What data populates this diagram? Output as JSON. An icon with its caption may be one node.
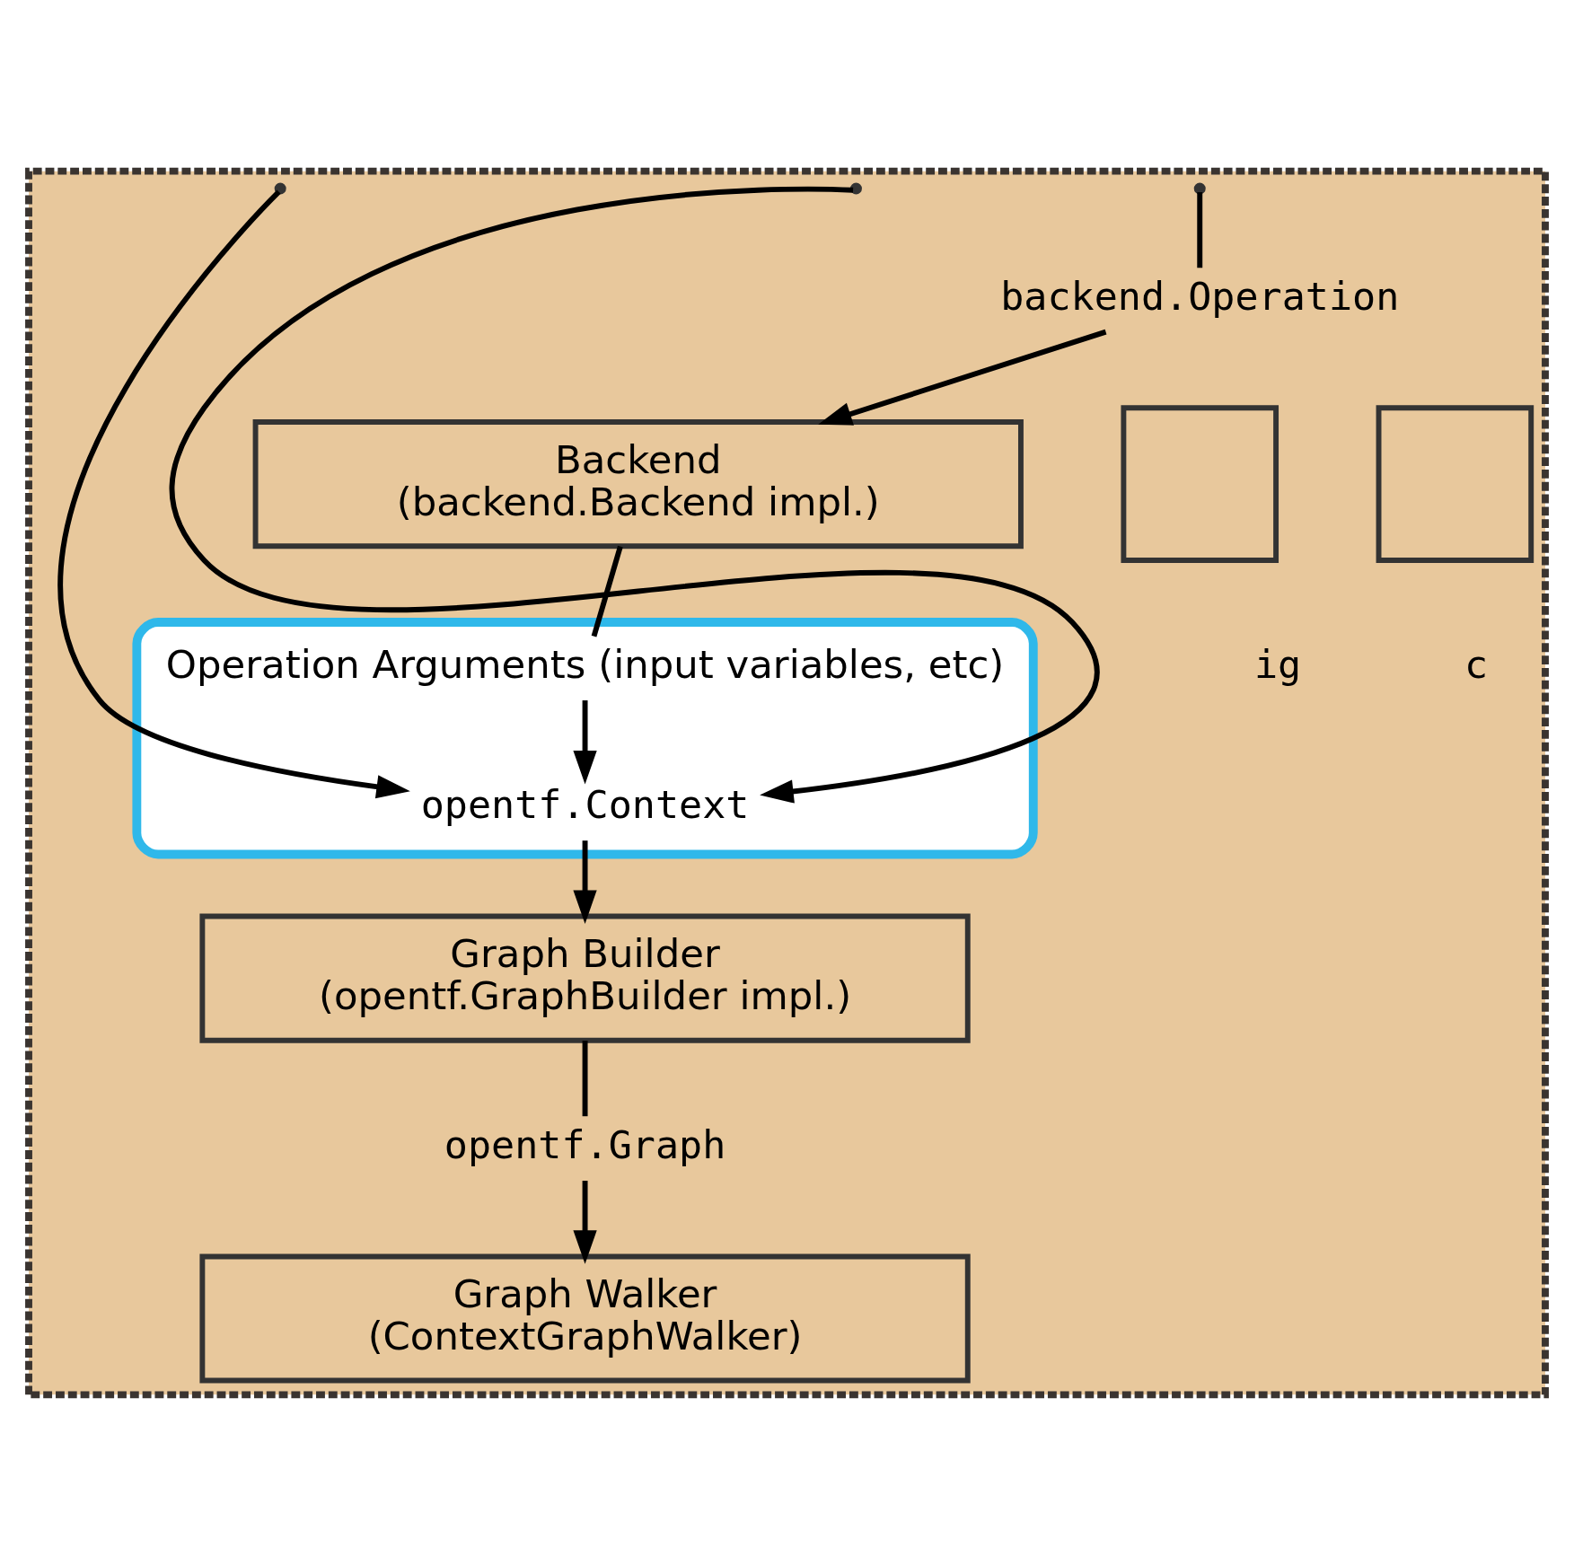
{
  "diagram": {
    "nodes": [
      {
        "text": [],
        "shape": "box"
      },
      {
        "text": [
          "backend.Operation"
        ],
        "in": 0
      },
      {
        "text": [
          "Backend",
          "(backend.Backend impl.)"
        ],
        "in": 0
      },
      {
        "text": [],
        "shape": "box",
        "in": 0
      },
      {
        "text": [],
        "shape": "box",
        "in": 0
      },
      {
        "text": [],
        "shape": "box",
        "in": 0
      },
      {
        "text": [
          "Operation Arguments (input variables, etc)"
        ],
        "in": 5
      },
      {
        "text": [
          "opentf.Context"
        ],
        "in": 5
      },
      {
        "text": [
          "Graph Builder",
          "(opentf.GraphBuilder impl.)"
        ],
        "in": 0
      },
      {
        "text": [
          "opentf.Graph"
        ],
        "in": 0
      },
      {
        "text": [
          "Graph Walker",
          "(ContextGraphWalker)"
        ],
        "in": 0
      }
    ],
    "edges": [
      {
        "from": null,
        "to": 1,
        "arrow": "none"
      },
      {
        "from": 1,
        "to": 2,
        "arrow": "to"
      },
      {
        "from": 2,
        "to": 6,
        "arrow": "none"
      },
      {
        "from": 6,
        "to": 7,
        "arrow": "to"
      },
      {
        "from": null,
        "to": 7,
        "arrow": "to"
      },
      {
        "from": null,
        "to": 7,
        "arrow": "to"
      },
      {
        "from": 7,
        "to": 8,
        "arrow": "to"
      },
      {
        "from": 8,
        "to": 9,
        "arrow": "none"
      },
      {
        "from": 9,
        "to": 10,
        "arrow": "to"
      }
    ],
    "labels": [
      "ig",
      "c"
    ]
  }
}
